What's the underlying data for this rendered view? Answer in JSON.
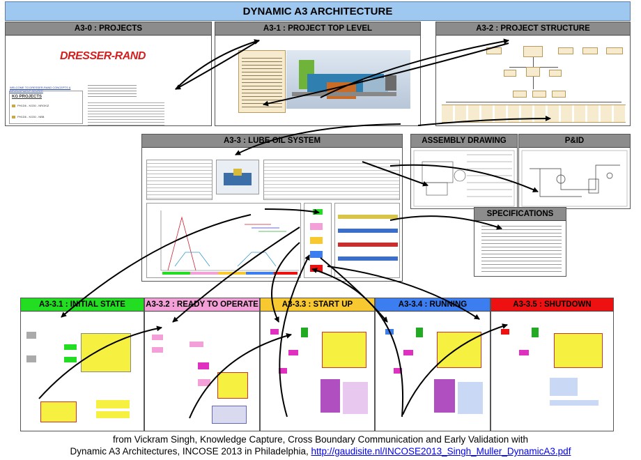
{
  "title": "DYNAMIC A3 ARCHITECTURE",
  "panels": {
    "a30": {
      "title": "A3-0 : PROJECTS",
      "logo": "DRESSER-RAND",
      "kg_heading": "KG PROJECTS",
      "kg_items": [
        "PH1D6 - KG30 - NRGKIZ",
        "PH1D6 - KG30 - NBB"
      ],
      "link": "WELCOME TO DRESSER-RAND CONCEPTS & DEVELOPMENT CENTER"
    },
    "a31": {
      "title": "A3-1 : PROJECT TOP LEVEL"
    },
    "a32": {
      "title": "A3-2 : PROJECT STRUCTURE"
    },
    "a33": {
      "title": "A3-3 : LUBE OIL SYSTEM"
    },
    "assembly": {
      "title": "ASSEMBLY DRAWING"
    },
    "pid": {
      "title": "P&ID"
    },
    "specs": {
      "title": "SPECIFICATIONS"
    },
    "a331": {
      "title": "A3-3.1 : INITIAL STATE",
      "color": "#22dd22"
    },
    "a332": {
      "title": "A3-3.2 : READY TO OPERATE",
      "color": "#f4a0d8"
    },
    "a333": {
      "title": "A3-3.3 : START UP",
      "color": "#f8c830"
    },
    "a334": {
      "title": "A3-3.4 : RUNNING",
      "color": "#3c7ef0"
    },
    "a335": {
      "title": "A3-3.5 : SHUTDOWN",
      "color": "#ee1111"
    }
  },
  "caption": {
    "line1": "from Vickram Singh, Knowledge Capture, Cross Boundary Communication and Early Validation with",
    "line2": "Dynamic A3 Architectures, INCOSE 2013 in Philadelphia, ",
    "link": "http://gaudisite.nl/INCOSE2013_Singh_Muller_DynamicA3.pdf"
  }
}
